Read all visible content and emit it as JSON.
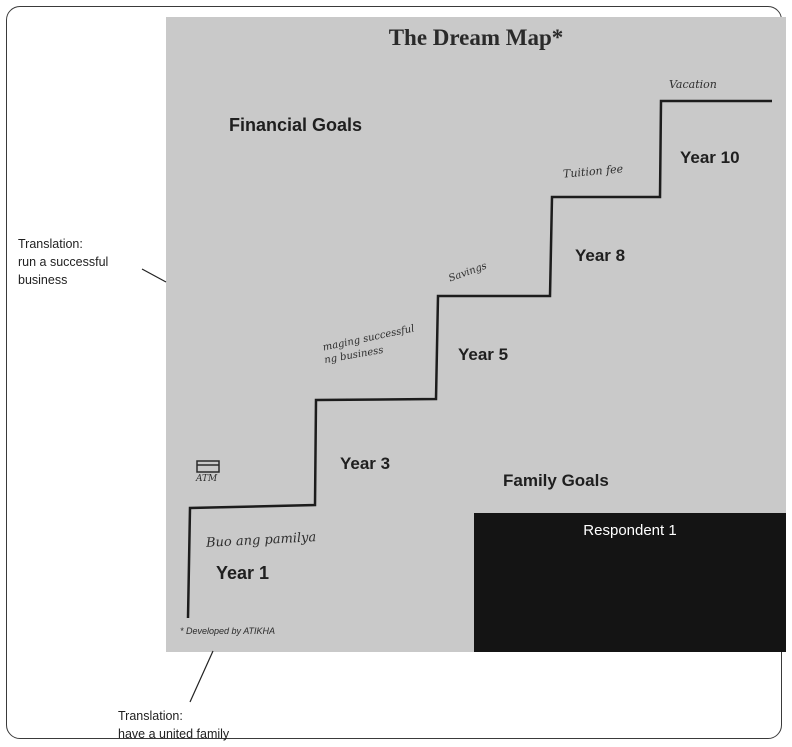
{
  "figure": {
    "title": "The Dream Map*",
    "sections": {
      "financial": "Financial Goals",
      "family": "Family Goals"
    },
    "years": [
      "Year 1",
      "Year 3",
      "Year 5",
      "Year 8",
      "Year 10"
    ],
    "handwritten": {
      "vacation": "Vacation",
      "tuition": "Tuition fee",
      "savings": "Savings",
      "business_line1": "maging successful",
      "business_line2": "ng business",
      "atm": "ATM",
      "family": "Buo ang pamilya"
    },
    "respondent": "Respondent 1",
    "credit": "* Developed by ATIKHA"
  },
  "annotations": {
    "left": {
      "line1": "Translation:",
      "line2": "run a successful",
      "line3": "business"
    },
    "bottom": {
      "line1": "Translation:",
      "line2": "have a united family"
    }
  }
}
